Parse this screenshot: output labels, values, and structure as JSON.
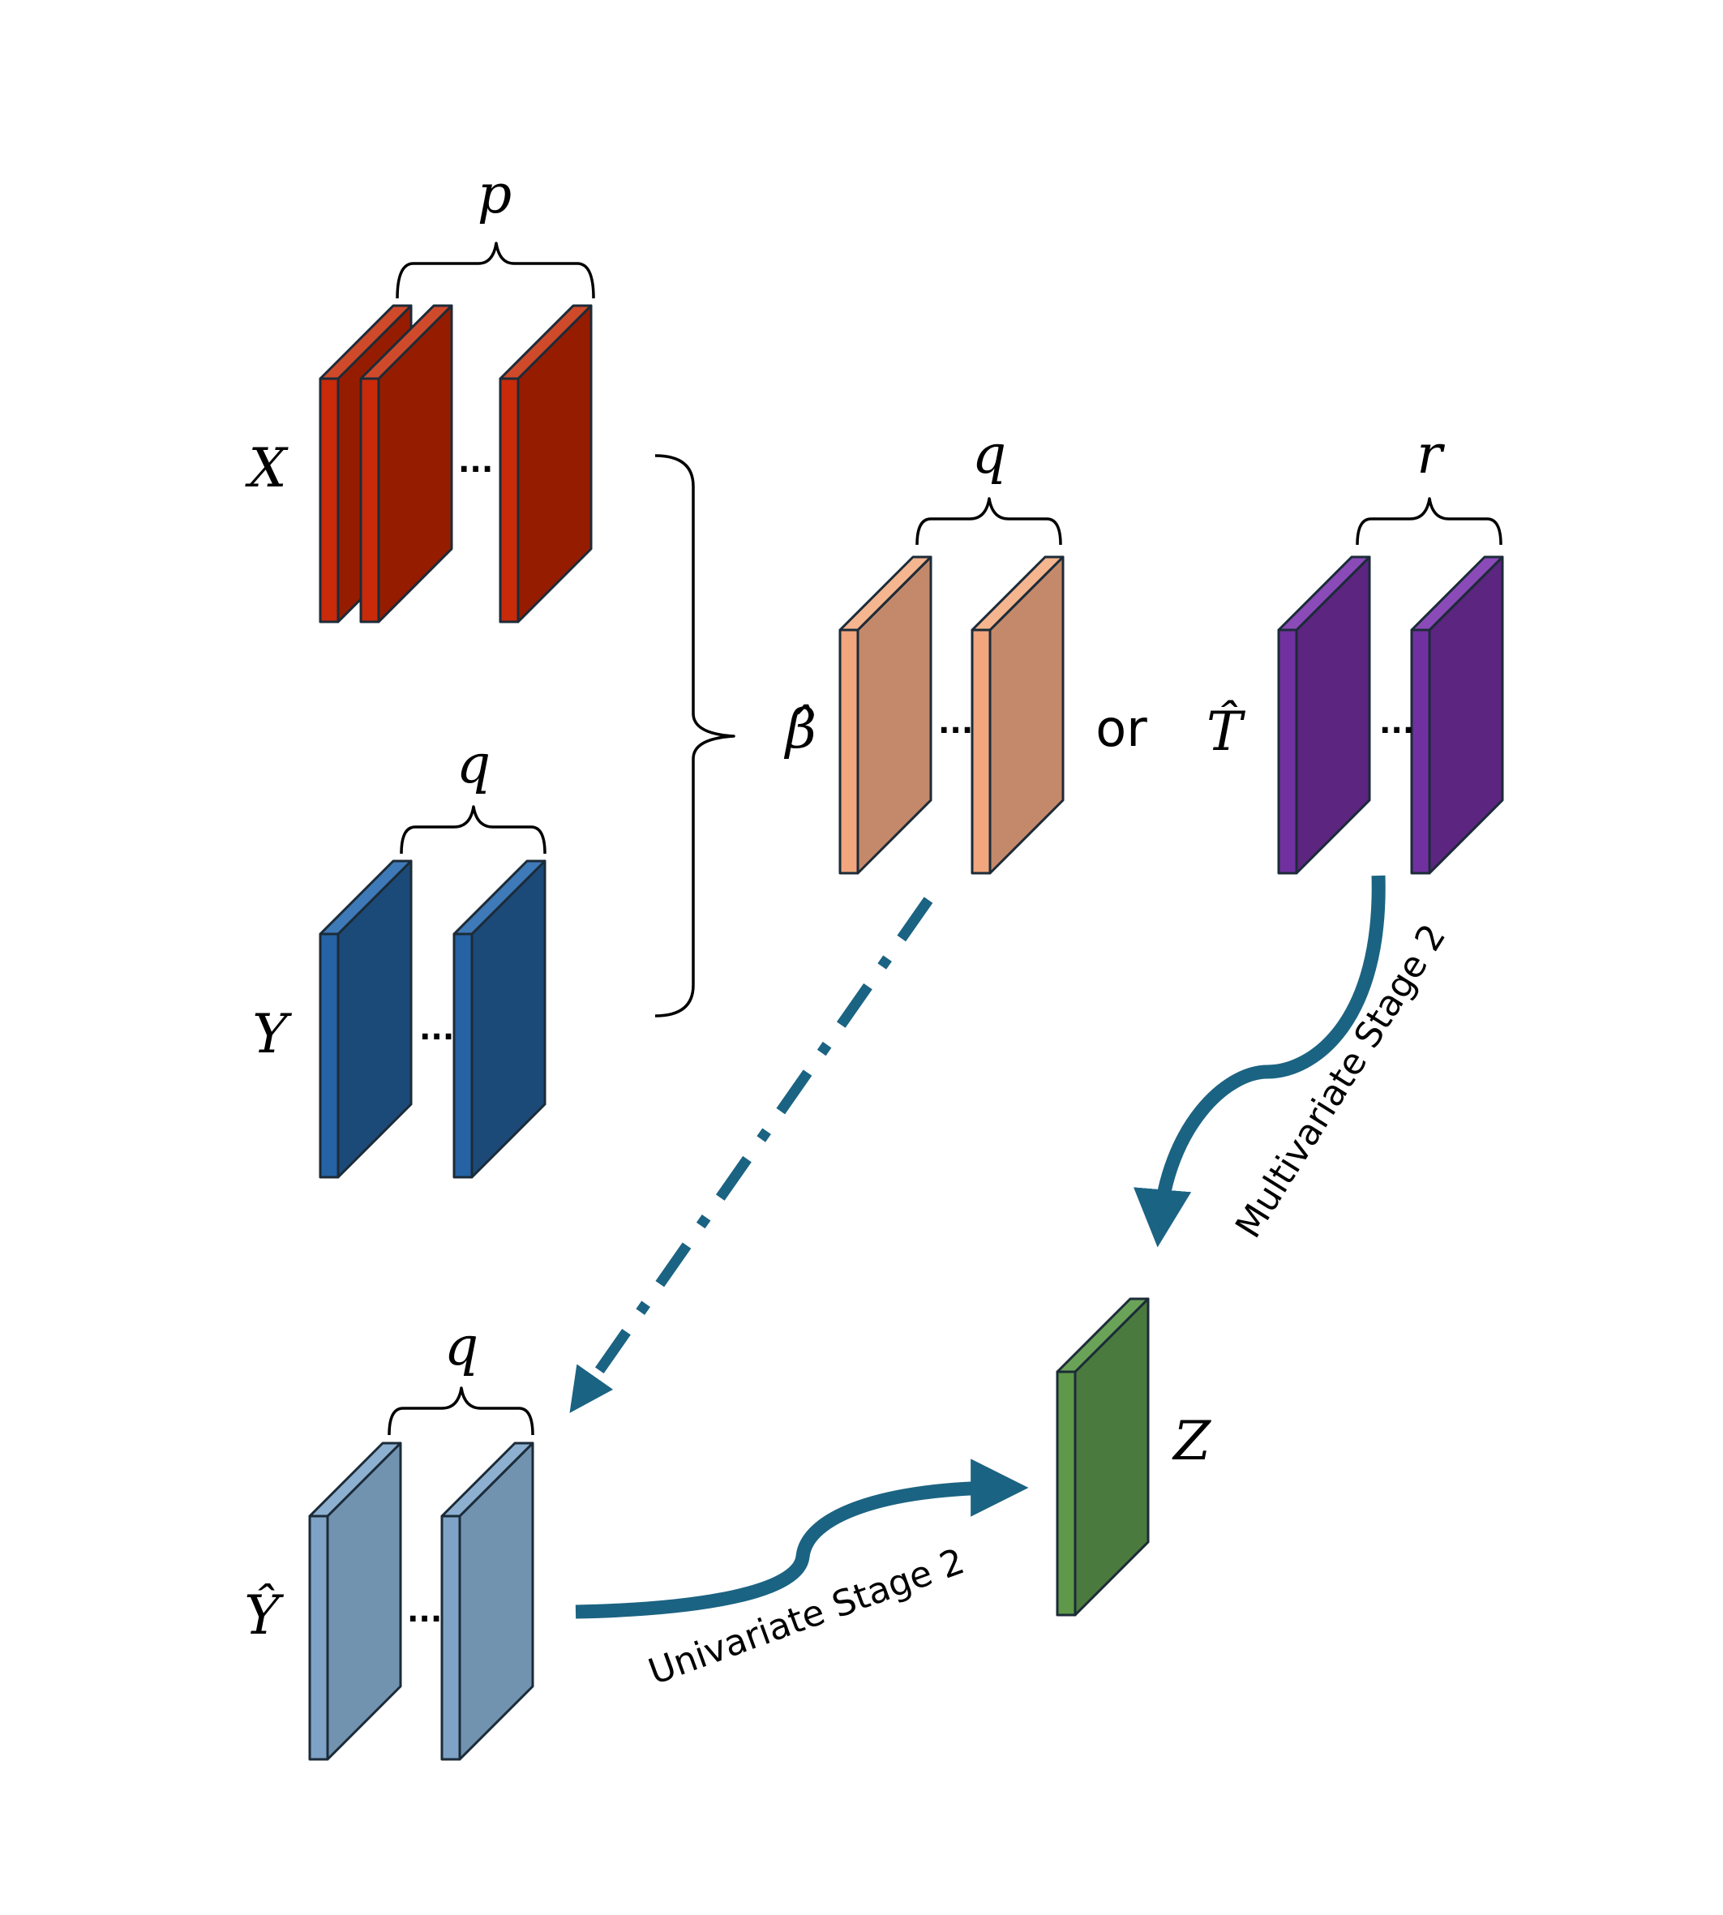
{
  "colors": {
    "x_front": "#961c00",
    "x_side": "#c82a0a",
    "x_top": "#cf4a2a",
    "y_front": "#1c4a78",
    "y_side": "#2563a4",
    "y_top": "#3f7ab8",
    "beta_front": "#c4896a",
    "beta_side": "#f1a67e",
    "beta_top": "#f4b58f",
    "t_front": "#5b2580",
    "t_side": "#7130a0",
    "t_top": "#8a4ab8",
    "yhat_front": "#7193b0",
    "yhat_side": "#7ea3c6",
    "yhat_top": "#8db0d0",
    "z_front": "#4b7a3e",
    "z_side": "#5e9848",
    "z_top": "#6aa357",
    "arrow": "#1b6382",
    "outline": "#1c2b38"
  },
  "blocks": {
    "x": {
      "label": "X",
      "count_label": "p"
    },
    "y": {
      "label": "Y",
      "count_label": "q"
    },
    "beta_hat": {
      "label": "β̂",
      "count_label": "q"
    },
    "or_text": "or",
    "t_hat": {
      "label": "T̂",
      "count_label": "r"
    },
    "y_hat": {
      "label": "Ŷ",
      "count_label": "q"
    },
    "z": {
      "label": "Z"
    },
    "ellipsis": "..."
  },
  "edges": {
    "univariate": {
      "label": "Univariate Stage 2"
    },
    "multivariate": {
      "label": "Multivariate Stage 2"
    }
  }
}
